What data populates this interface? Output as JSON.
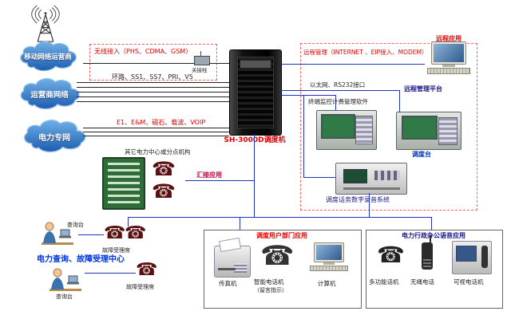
{
  "clouds": {
    "mobile": "移动网络运营商",
    "carrier": "运营商网络",
    "power": "电力专网"
  },
  "rack": {
    "label": "SH-3000D调度机"
  },
  "links": {
    "wireless": "无线接入（PHS、CDMA、GSM）",
    "wireless_device": "关接柱",
    "carrier_lines": "环路、SS1、SS7、PRI、V5",
    "power_lines": "E1、E&M、磁石、载波、VOIP",
    "remote_mgmt": "远程管理（INTERNET 、EIP接入、MODEM）",
    "ethernet": "以太网、RS232接口",
    "terminal_software": "终端监控计费管理软件"
  },
  "right": {
    "remote_app": "远程应用",
    "remote_platform": "远程管理平台",
    "dispatch_console": "调度台",
    "recording_system": "调度话务数字录音系统"
  },
  "tandem": {
    "other_centers": "其它电力中心或分点机构",
    "tandem_app": "汇接应用"
  },
  "query_center": {
    "query_desk_1": "查询台",
    "fault_desk_1": "故障受理席",
    "title": "电力查询、故障受理中心",
    "query_desk_2": "查询台",
    "fault_desk_2": "故障受理席"
  },
  "dept_box": {
    "title": "调度用户部门应用",
    "fax": "传真机",
    "smart_phone": "智能电话机",
    "smart_phone_sub": "（留言指示）",
    "computer": "计算机"
  },
  "office_box": {
    "title": "电力行政办公语音应用",
    "multi_phone": "多功能话机",
    "cordless": "无绳电话",
    "video_phone": "可视电话机"
  },
  "icons": {
    "phone": "☎"
  },
  "colors": {
    "label_red": "#e00000",
    "label_blue": "#0033cc",
    "line_blue": "#2233bb",
    "cloud_blue": "#2f7fd2"
  }
}
